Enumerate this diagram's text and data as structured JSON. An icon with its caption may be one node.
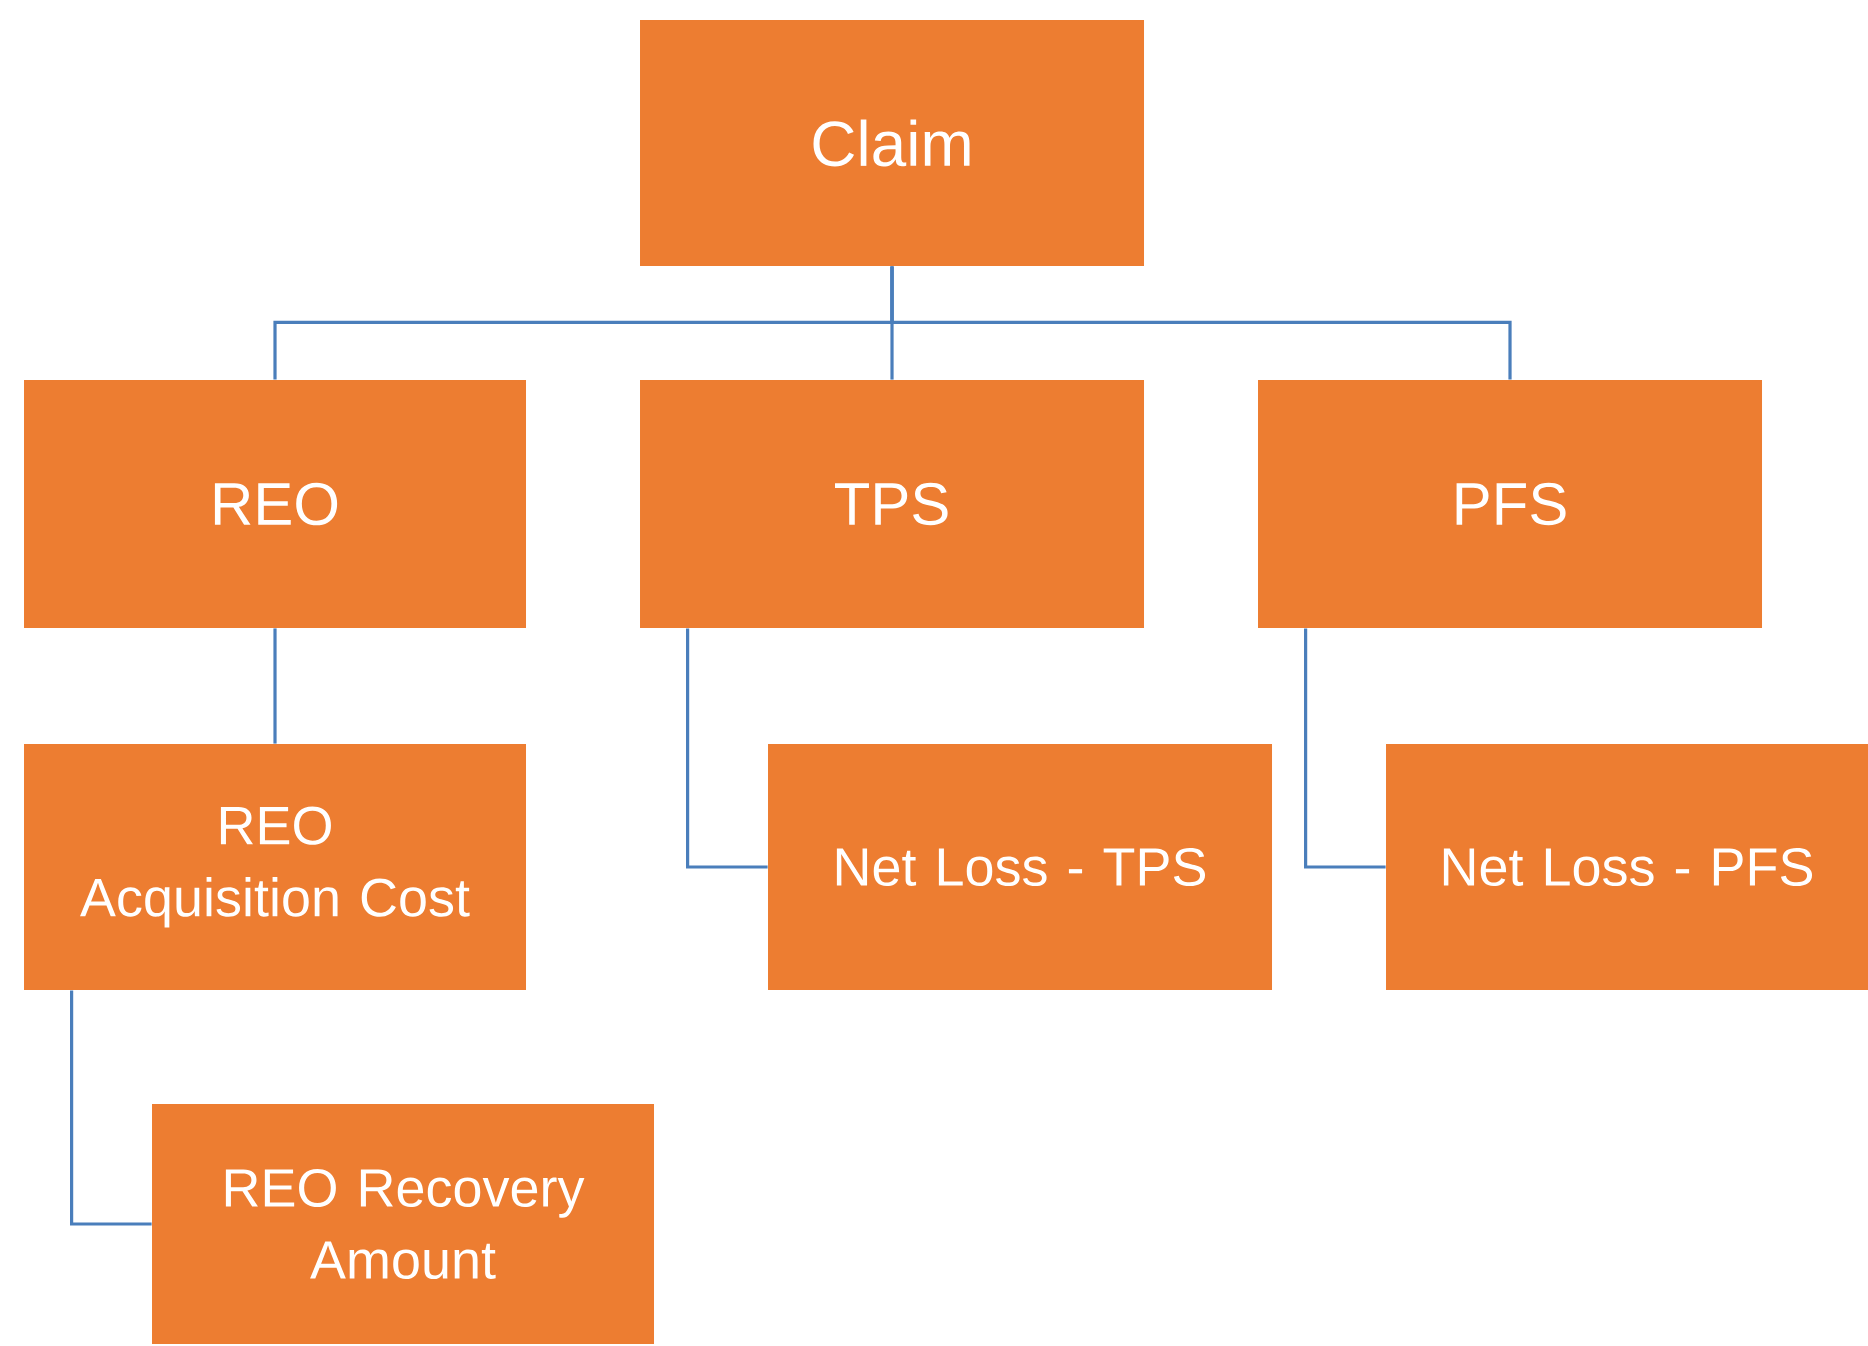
{
  "diagram": {
    "nodes": [
      {
        "text": [
          "Claim"
        ]
      },
      {
        "text": [
          "REO"
        ]
      },
      {
        "text": [
          "TPS"
        ]
      },
      {
        "text": [
          "PFS"
        ]
      },
      {
        "text": [
          "REO Acquisition Cost"
        ]
      },
      {
        "text": [
          "Net Loss - TPS"
        ]
      },
      {
        "text": [
          "Net Loss - PFS"
        ]
      },
      {
        "text": [
          "REO Recovery Amount"
        ]
      }
    ],
    "edges": [
      {
        "from": 0,
        "to": 1,
        "arrow": "none"
      },
      {
        "from": 0,
        "to": 2,
        "arrow": "none"
      },
      {
        "from": 0,
        "to": 3,
        "arrow": "none"
      },
      {
        "from": 1,
        "to": 4,
        "arrow": "none"
      },
      {
        "from": 2,
        "to": 5,
        "arrow": "none"
      },
      {
        "from": 3,
        "to": 6,
        "arrow": "none"
      },
      {
        "from": 4,
        "to": 7,
        "arrow": "none"
      }
    ]
  }
}
